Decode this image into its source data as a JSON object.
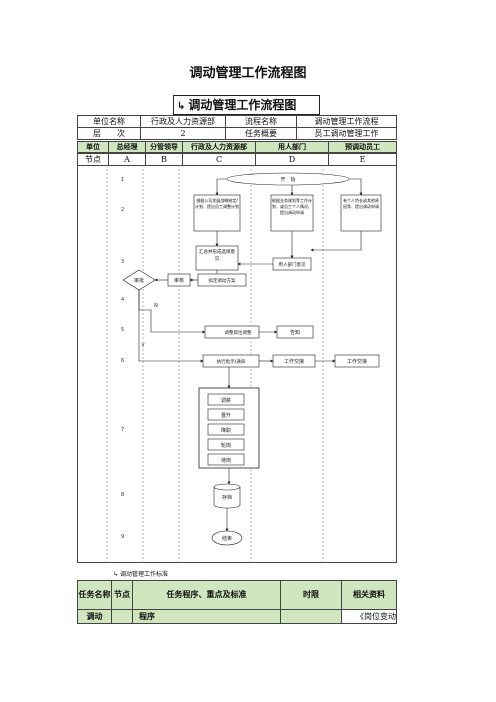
{
  "document_title": "调动管理工作流程图",
  "flow_title": "调动管理工作流程图",
  "flow_title_icon": "return-arrow-icon",
  "info": {
    "row1": [
      "单位名称",
      "行政及人力资源部",
      "流程名称",
      "调动管理工作流程"
    ],
    "row2": [
      "层　　次",
      "2",
      "任务概要",
      "员工调动管理工作"
    ]
  },
  "roles": {
    "label": "单位",
    "items": [
      "总经理",
      "分管领导",
      "行政及人力资源部",
      "用人部门",
      "预调动员工"
    ]
  },
  "nodes": {
    "label": "节点",
    "items": [
      "A",
      "B",
      "C",
      "D",
      "E"
    ]
  },
  "row_numbers": [
    "1",
    "2",
    "3",
    "4",
    "5",
    "6",
    "7",
    "8",
    "9"
  ],
  "flow": {
    "start": "开　始",
    "c2": "根据公司发展战略制定/计划、提出员工调整计划",
    "d2": "根据业务规划等工作计划、或员工个人情况、提出调动申请",
    "e2": "有个人特长或其他原因等、提出调动申请",
    "c3": "汇总并形成选择意见",
    "d3": "用人部门意见",
    "a4": "审批",
    "b4": "审核",
    "c4": "拟定调动方案",
    "c5": "调整岗位调整",
    "d5": "告知",
    "c6": "执行批示/通知",
    "d6": "工作交接",
    "e6": "工作交接",
    "types": [
      "调薪",
      "晋升",
      "降职",
      "轮岗",
      "待岗"
    ],
    "archive": "存档",
    "end": "结束",
    "n_label": "N",
    "y_label": "Y"
  },
  "caption": "调动管理工作标准",
  "caption_icon": "return-arrow-icon",
  "bottom": {
    "headers": [
      "任务名称",
      "节点",
      "任务程序、重点及标准",
      "时限",
      "相关资料"
    ],
    "row": [
      "调动",
      "",
      "程序",
      "",
      "《岗位变动"
    ]
  }
}
